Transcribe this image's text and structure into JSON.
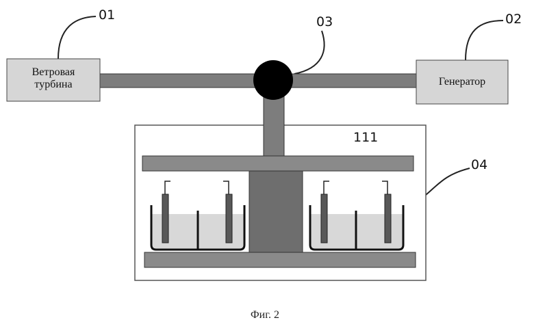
{
  "figure": {
    "caption": "Фиг. 2",
    "labels": {
      "turbine_ref": "01",
      "generator_ref": "02",
      "coupling_ref": "03",
      "housing_ref": "04",
      "block_ref": "111"
    },
    "components": {
      "turbine_line1": "Ветровая",
      "turbine_line2": "турбина",
      "generator": "Генератор"
    },
    "colors": {
      "box_fill": "#d6d6d6",
      "shaft_fill": "#7d7d7d",
      "block_fill": "#6e6e6e",
      "liquid_fill": "#d8d8d8",
      "electrode_fill": "#585858",
      "stroke": "#222222"
    }
  }
}
